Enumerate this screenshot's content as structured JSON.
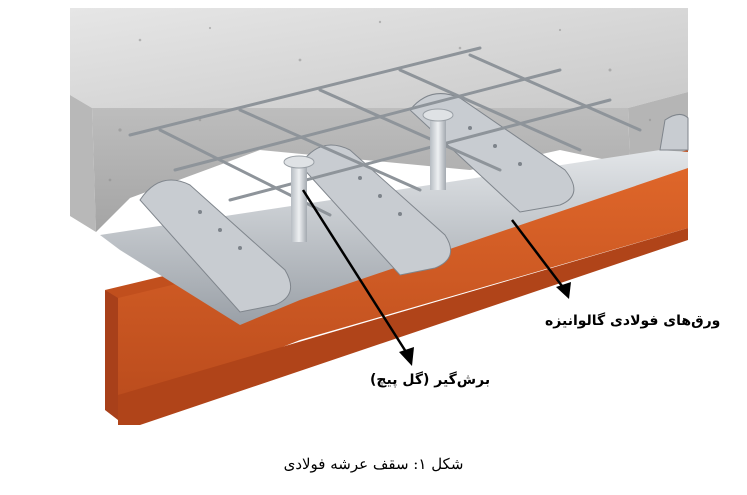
{
  "labels": {
    "galvanized_sheets": "ورق‌های فولادی گالوانیزه",
    "shear_studs": "برش‌گیر (گل پیچ)"
  },
  "caption": "شکل ۱: سقف عرشه فولادی",
  "colors": {
    "concrete": "#cfcfcf",
    "concrete_shadow": "#a9a9a9",
    "steel_deck": "#c3c7cc",
    "steel_deck_dark": "#8f959c",
    "beam": "#d35a1f",
    "beam_dark": "#a8401a",
    "rebar": "#8e949a",
    "arrow": "#000000"
  }
}
